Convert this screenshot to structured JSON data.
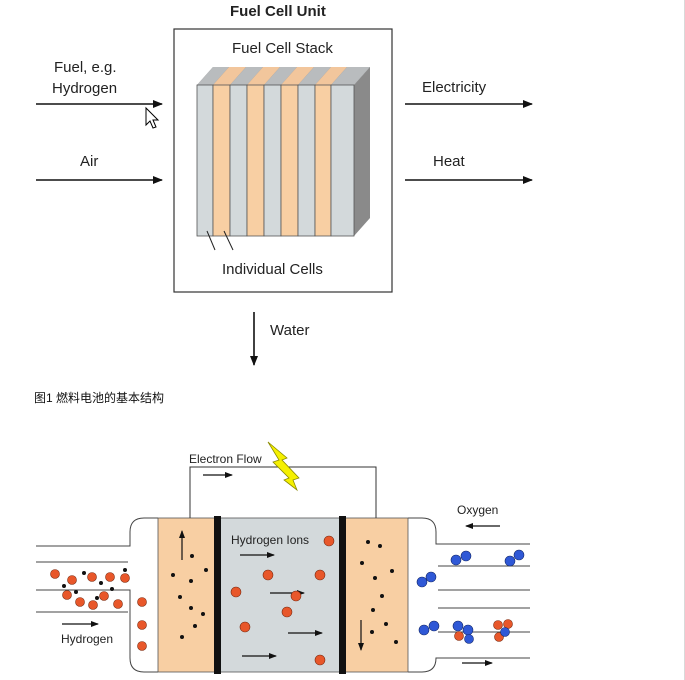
{
  "top_diagram": {
    "title": "Fuel Cell Unit",
    "stack_label": "Fuel Cell Stack",
    "cells_label": "Individual Cells",
    "inputs": {
      "fuel_line1": "Fuel, e.g.",
      "fuel_line2": "Hydrogen",
      "air": "Air"
    },
    "outputs": {
      "electricity": "Electricity",
      "heat": "Heat",
      "water": "Water"
    }
  },
  "caption": "图1 燃料电池的基本结构",
  "bottom_diagram": {
    "electron_flow": "Electron Flow",
    "hydrogen_ions": "Hydrogen Ions",
    "oxygen": "Oxygen",
    "hydrogen": "Hydrogen"
  },
  "colors": {
    "orange_cell": "#f8cfa3",
    "grey_cell": "#d3d9db",
    "hydrogen_dot": "#e8572a",
    "oxygen_dot": "#2f58d6",
    "bolt": "#f5f000"
  }
}
